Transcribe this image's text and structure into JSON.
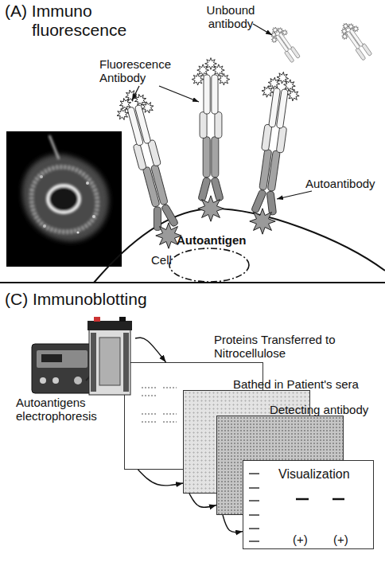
{
  "diagram": {
    "nodes": [
      {
        "text": [
          "Autoantigens electrophoresis"
        ]
      },
      {
        "text": [
          "Proteins Transferred to Nitrocellulose"
        ]
      },
      {
        "text": [
          "Bathed in Patient's sera"
        ]
      },
      {
        "text": [
          "Detecting antibody"
        ]
      },
      {
        "text": [
          "Visualization",
          "(+)",
          "(+)"
        ]
      }
    ],
    "edges": [
      {
        "from": 0,
        "to": 1,
        "arrow": "to"
      },
      {
        "from": 1,
        "to": 2,
        "arrow": "to"
      },
      {
        "from": 2,
        "to": 3,
        "arrow": "to"
      },
      {
        "from": 3,
        "to": 4,
        "arrow": "to"
      }
    ],
    "labels": [
      "(A) Immuno fluorescence",
      "Unbound antibody",
      "Fluorescence Antibody",
      "Autoantibody",
      "Autoantigen",
      "Cell",
      "(C) Immunoblotting"
    ]
  }
}
